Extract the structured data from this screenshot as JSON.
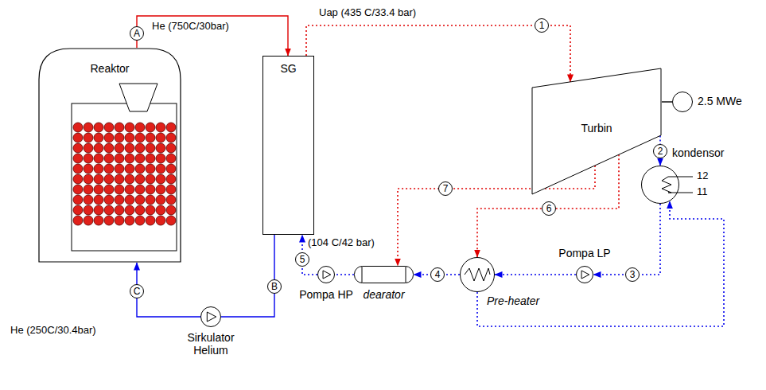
{
  "diagram": {
    "nodes": [
      {
        "text": [
          "Reaktor"
        ]
      },
      {
        "text": [
          "SG"
        ]
      },
      {
        "text": [
          "Turbin"
        ]
      },
      {
        "text": [
          "2.5 MWe"
        ]
      },
      {
        "text": [
          "kondensor"
        ]
      },
      {
        "text": [
          "Pompa LP"
        ]
      },
      {
        "text": [
          "Pre-heater"
        ]
      },
      {
        "text": [
          "dearator"
        ]
      },
      {
        "text": [
          "Pompa HP"
        ]
      },
      {
        "text": [
          "Sirkulator Helium"
        ]
      }
    ],
    "edges": [
      {
        "from": 0,
        "to": 1,
        "arrow": "to"
      },
      {
        "from": 1,
        "to": 2,
        "arrow": "to"
      },
      {
        "from": 2,
        "to": 3,
        "arrow": "none"
      },
      {
        "from": 2,
        "to": 4,
        "arrow": "to"
      },
      {
        "from": 4,
        "to": 5,
        "arrow": "to"
      },
      {
        "from": 5,
        "to": 6,
        "arrow": "to"
      },
      {
        "from": 6,
        "to": 7,
        "arrow": "to"
      },
      {
        "from": 2,
        "to": 7,
        "arrow": "to"
      },
      {
        "from": 2,
        "to": 6,
        "arrow": "to"
      },
      {
        "from": 6,
        "to": 4,
        "arrow": "to"
      },
      {
        "from": 7,
        "to": 8,
        "arrow": "none"
      },
      {
        "from": 8,
        "to": 1,
        "arrow": "to"
      },
      {
        "from": 1,
        "to": 9,
        "arrow": "none"
      },
      {
        "from": 9,
        "to": 0,
        "arrow": "to"
      }
    ],
    "labels": [
      "He (750C/30bar)",
      "Uap (435 C/33.4 bar)",
      "(104 C/42 bar)",
      "He (250C/30.4bar)",
      "A",
      "B",
      "C",
      "1",
      "2",
      "3",
      "4",
      "5",
      "6",
      "7",
      "12",
      "11"
    ]
  }
}
